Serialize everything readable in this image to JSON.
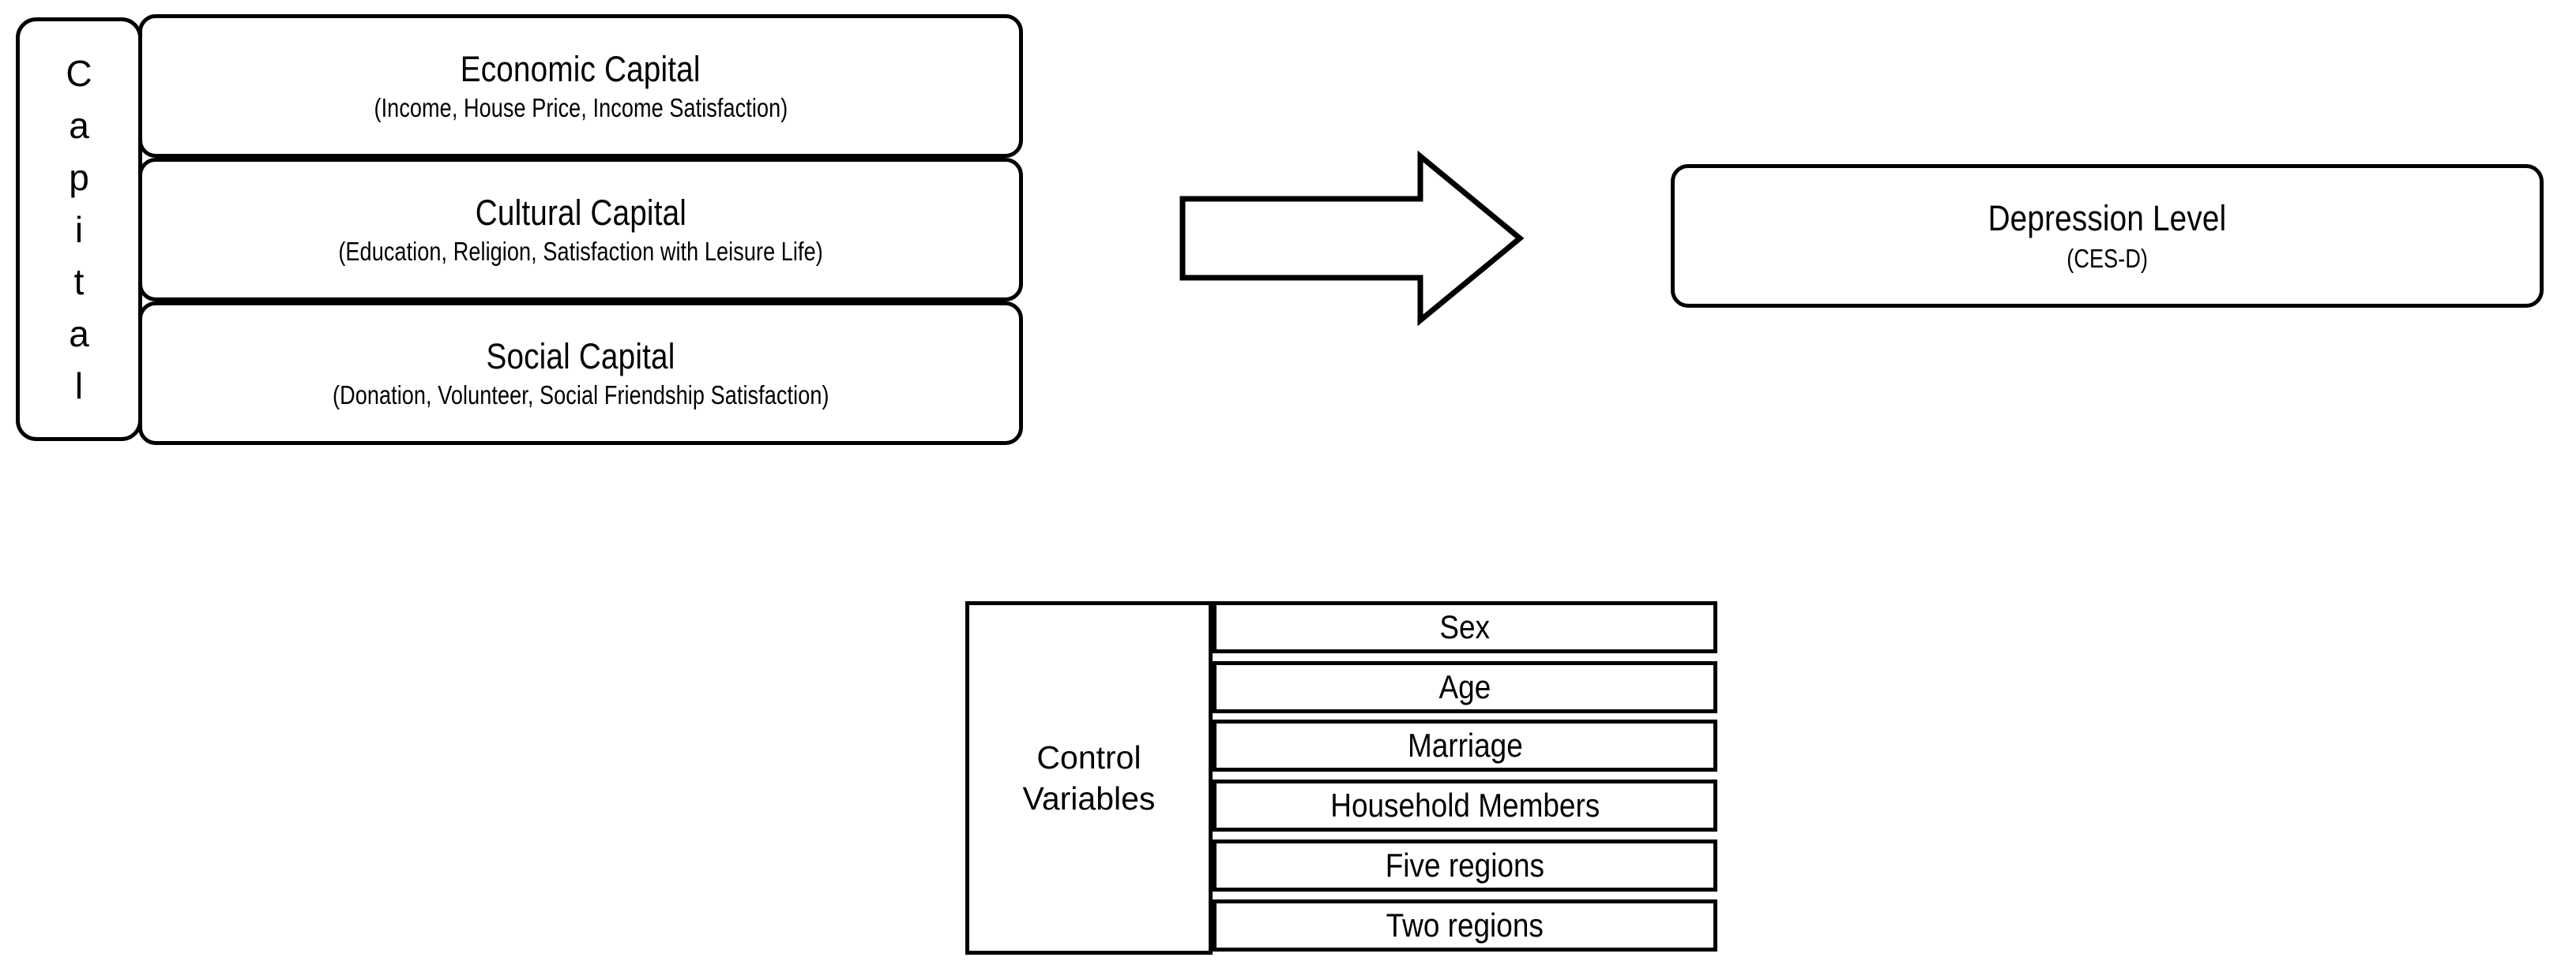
{
  "diagram": {
    "capital_group": {
      "label_letters": [
        "C",
        "a",
        "p",
        "i",
        "t",
        "a",
        "l"
      ],
      "label_text": "Capital",
      "boxes": [
        {
          "title": "Economic Capital",
          "subtitle": "(Income, House Price, Income Satisfaction)"
        },
        {
          "title": "Cultural Capital",
          "subtitle": "(Education, Religion, Satisfaction  with Leisure Life)"
        },
        {
          "title": "Social Capital",
          "subtitle": "(Donation, Volunteer, Social Friendship Satisfaction)"
        }
      ]
    },
    "arrow": {
      "icon": "right-block-arrow-icon",
      "direction": "right"
    },
    "outcome_box": {
      "title": "Depression Level",
      "subtitle": "(CES-D)"
    },
    "control_table": {
      "label_lines": [
        "Control",
        "Variables"
      ],
      "label_text": "Control Variables",
      "rows": [
        "Sex",
        "Age",
        "Marriage",
        "Household Members",
        "Five regions",
        "Two regions"
      ]
    },
    "colors": {
      "stroke": "#000000",
      "fill": "#ffffff",
      "text": "#000000"
    }
  }
}
